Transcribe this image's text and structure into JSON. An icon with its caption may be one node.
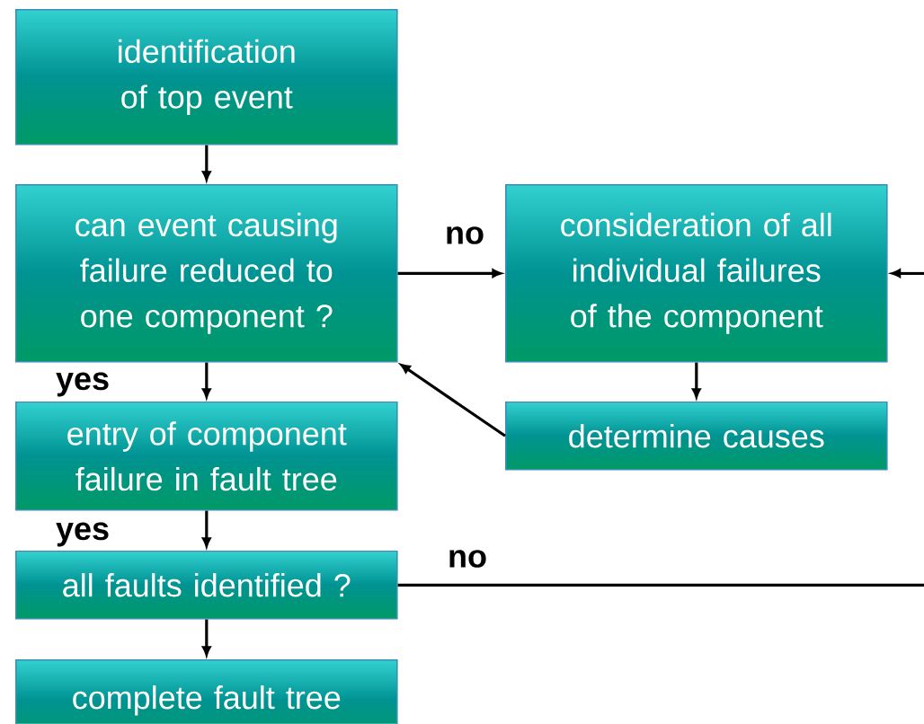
{
  "diagram": {
    "nodes": [
      {
        "text": [
          "identification of top event"
        ]
      },
      {
        "text": [
          "can event causing failure reduced to one component ?"
        ]
      },
      {
        "text": [
          "consideration of all individual failures of the component"
        ]
      },
      {
        "text": [
          "determine causes"
        ]
      },
      {
        "text": [
          "entry of component failure in fault tree"
        ]
      },
      {
        "text": [
          "all faults identified ?"
        ]
      },
      {
        "text": [
          "complete fault tree"
        ]
      }
    ],
    "edges": [
      {
        "from": 0,
        "to": 1,
        "arrow": "to"
      },
      {
        "from": 1,
        "to": 2,
        "arrow": "to",
        "label": "no"
      },
      {
        "from": 2,
        "to": 3,
        "arrow": "to"
      },
      {
        "from": 3,
        "to": 1,
        "arrow": "to"
      },
      {
        "from": 1,
        "to": 4,
        "arrow": "to",
        "label": "yes"
      },
      {
        "from": 4,
        "to": 5,
        "arrow": "to",
        "label": "yes"
      },
      {
        "from": 5,
        "to": 2,
        "arrow": "to",
        "label": "no"
      },
      {
        "from": 5,
        "to": 6,
        "arrow": "to"
      }
    ]
  }
}
